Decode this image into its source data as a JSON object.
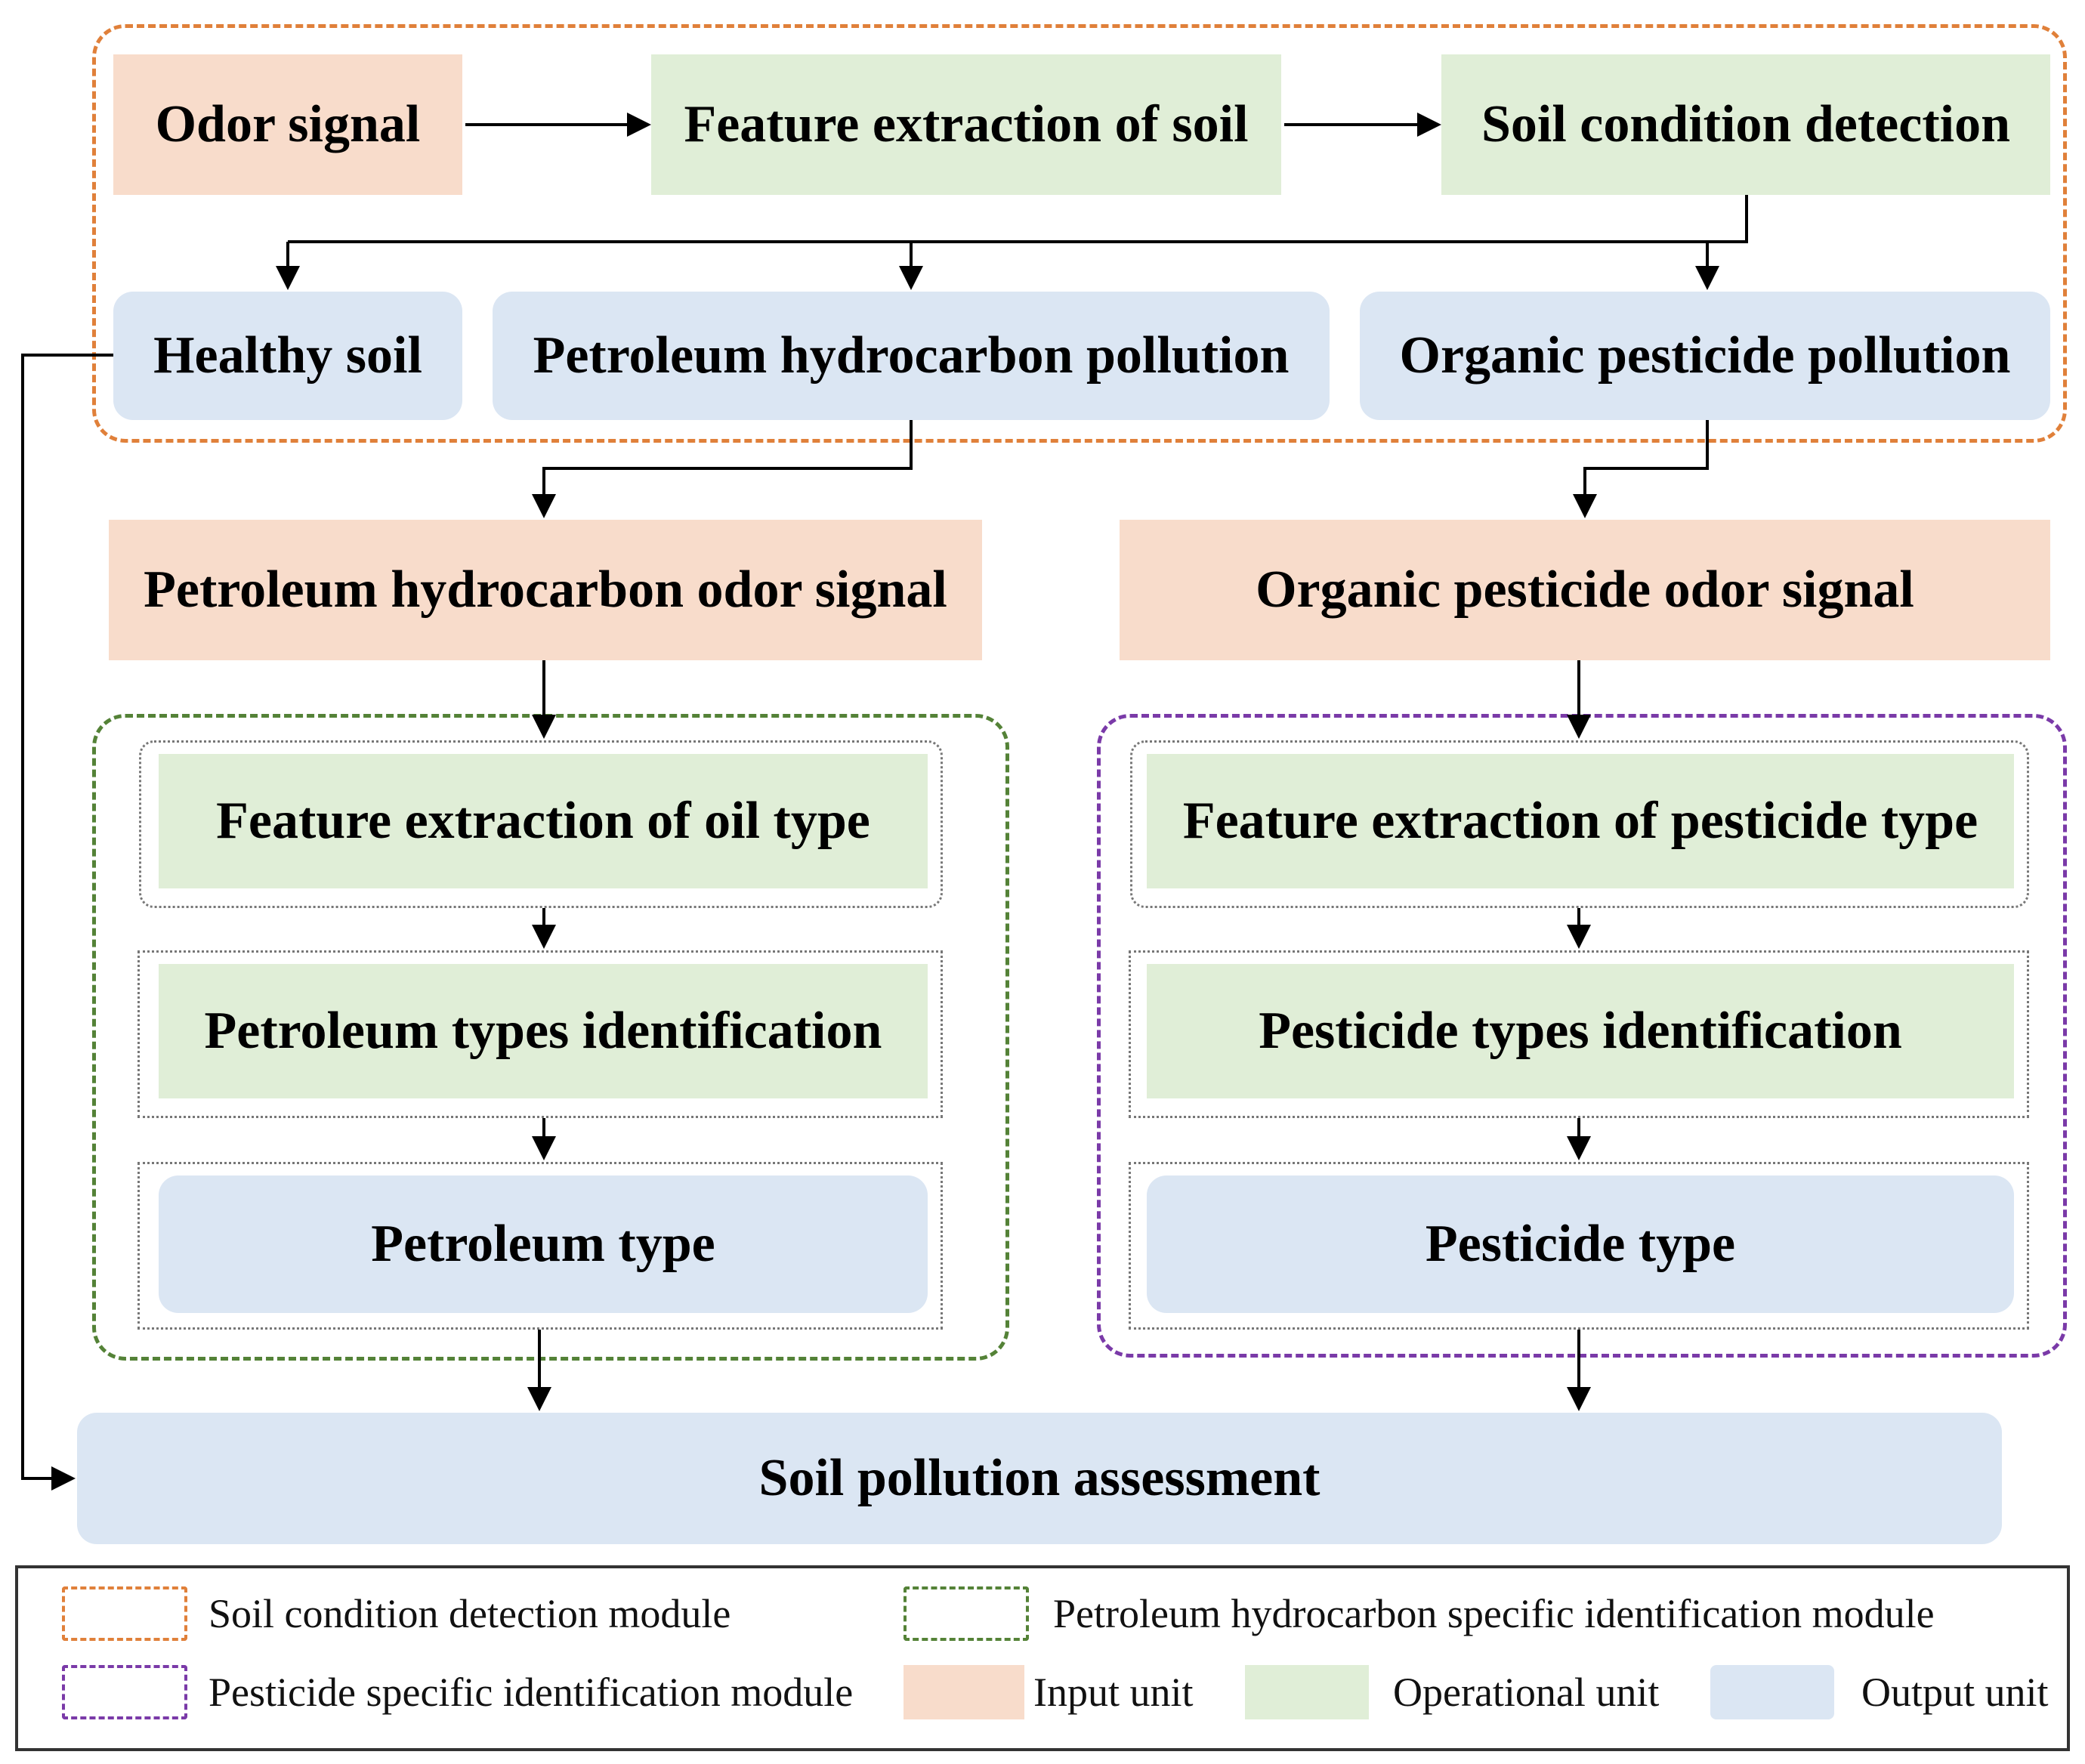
{
  "nodes": {
    "odor_signal": "Odor signal",
    "feature_extraction_soil": "Feature extraction of soil",
    "soil_condition_detection": "Soil condition detection",
    "healthy_soil": "Healthy soil",
    "petroleum_pollution": "Petroleum hydrocarbon pollution",
    "pesticide_pollution": "Organic pesticide pollution",
    "petroleum_odor_signal": "Petroleum hydrocarbon odor signal",
    "pesticide_odor_signal": "Organic pesticide odor signal",
    "feature_extraction_oil": "Feature extraction of oil type",
    "petroleum_identification": "Petroleum types identification",
    "petroleum_type": "Petroleum type",
    "feature_extraction_pesticide": "Feature extraction of pesticide type",
    "pesticide_identification": "Pesticide types identification",
    "pesticide_type": "Pesticide type",
    "soil_pollution_assessment": "Soil pollution assessment"
  },
  "legend": {
    "soil_module": "Soil condition detection module",
    "petroleum_module": "Petroleum hydrocarbon specific identification module",
    "pesticide_module": "Pesticide specific identification module",
    "input_unit": "Input unit",
    "operational_unit": "Operational unit",
    "output_unit": "Output unit"
  },
  "colors": {
    "input": "#f8dccb",
    "operational": "#e0eed7",
    "output": "#dbe6f3",
    "soil_module_border": "#e0803a",
    "petroleum_module_border": "#548237",
    "pesticide_module_border": "#7a3aa8"
  }
}
